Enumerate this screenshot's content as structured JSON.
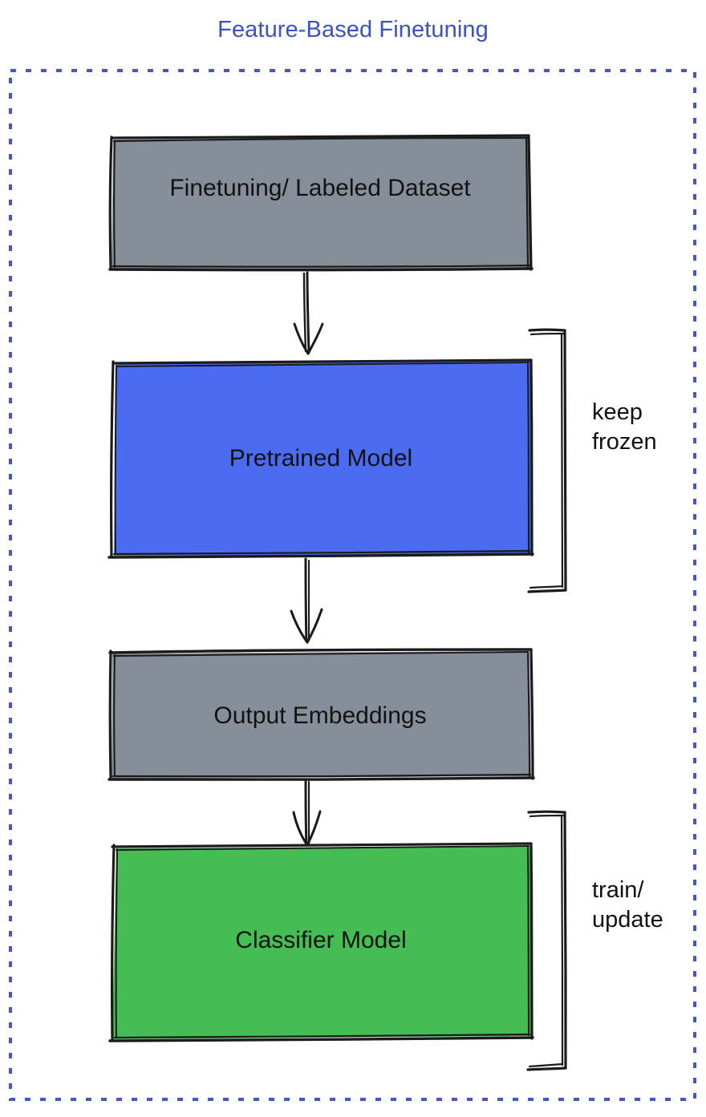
{
  "title": "Feature-Based Finetuning",
  "colors": {
    "title_blue": "#3b52c4",
    "frame_dashed_blue": "#4457c9",
    "gray_fill": "#868e99",
    "blue_fill": "#4b6bf0",
    "green_fill": "#45bd54",
    "stroke_black": "#1b1b1b",
    "text_black": "#121212",
    "background": "#ffffff"
  },
  "frame": {
    "name": "dashed-container",
    "style": "dashed",
    "color": "#4457c9"
  },
  "nodes": [
    {
      "id": "finetuning-dataset",
      "label": "Finetuning/ Labeled Dataset",
      "fill": "#868e99",
      "fill_name": "gray"
    },
    {
      "id": "pretrained-model",
      "label": "Pretrained Model",
      "fill": "#4b6bf0",
      "fill_name": "blue"
    },
    {
      "id": "output-embeddings",
      "label": "Output Embeddings",
      "fill": "#868e99",
      "fill_name": "gray"
    },
    {
      "id": "classifier-model",
      "label": "Classifier Model",
      "fill": "#45bd54",
      "fill_name": "green"
    }
  ],
  "arrows": [
    {
      "id": "arrow-dataset-to-pretrained",
      "from": "finetuning-dataset",
      "to": "pretrained-model"
    },
    {
      "id": "arrow-pretrained-to-output",
      "from": "pretrained-model",
      "to": "output-embeddings"
    },
    {
      "id": "arrow-output-to-classifier",
      "from": "output-embeddings",
      "to": "classifier-model"
    }
  ],
  "annotations": [
    {
      "id": "keep-frozen",
      "label": "keep\nfrozen",
      "line1": "keep",
      "line2": "frozen",
      "targets": [
        "pretrained-model"
      ]
    },
    {
      "id": "train-update",
      "label": "train/\nupdate",
      "line1": "train/",
      "line2": "update",
      "targets": [
        "classifier-model"
      ]
    }
  ]
}
